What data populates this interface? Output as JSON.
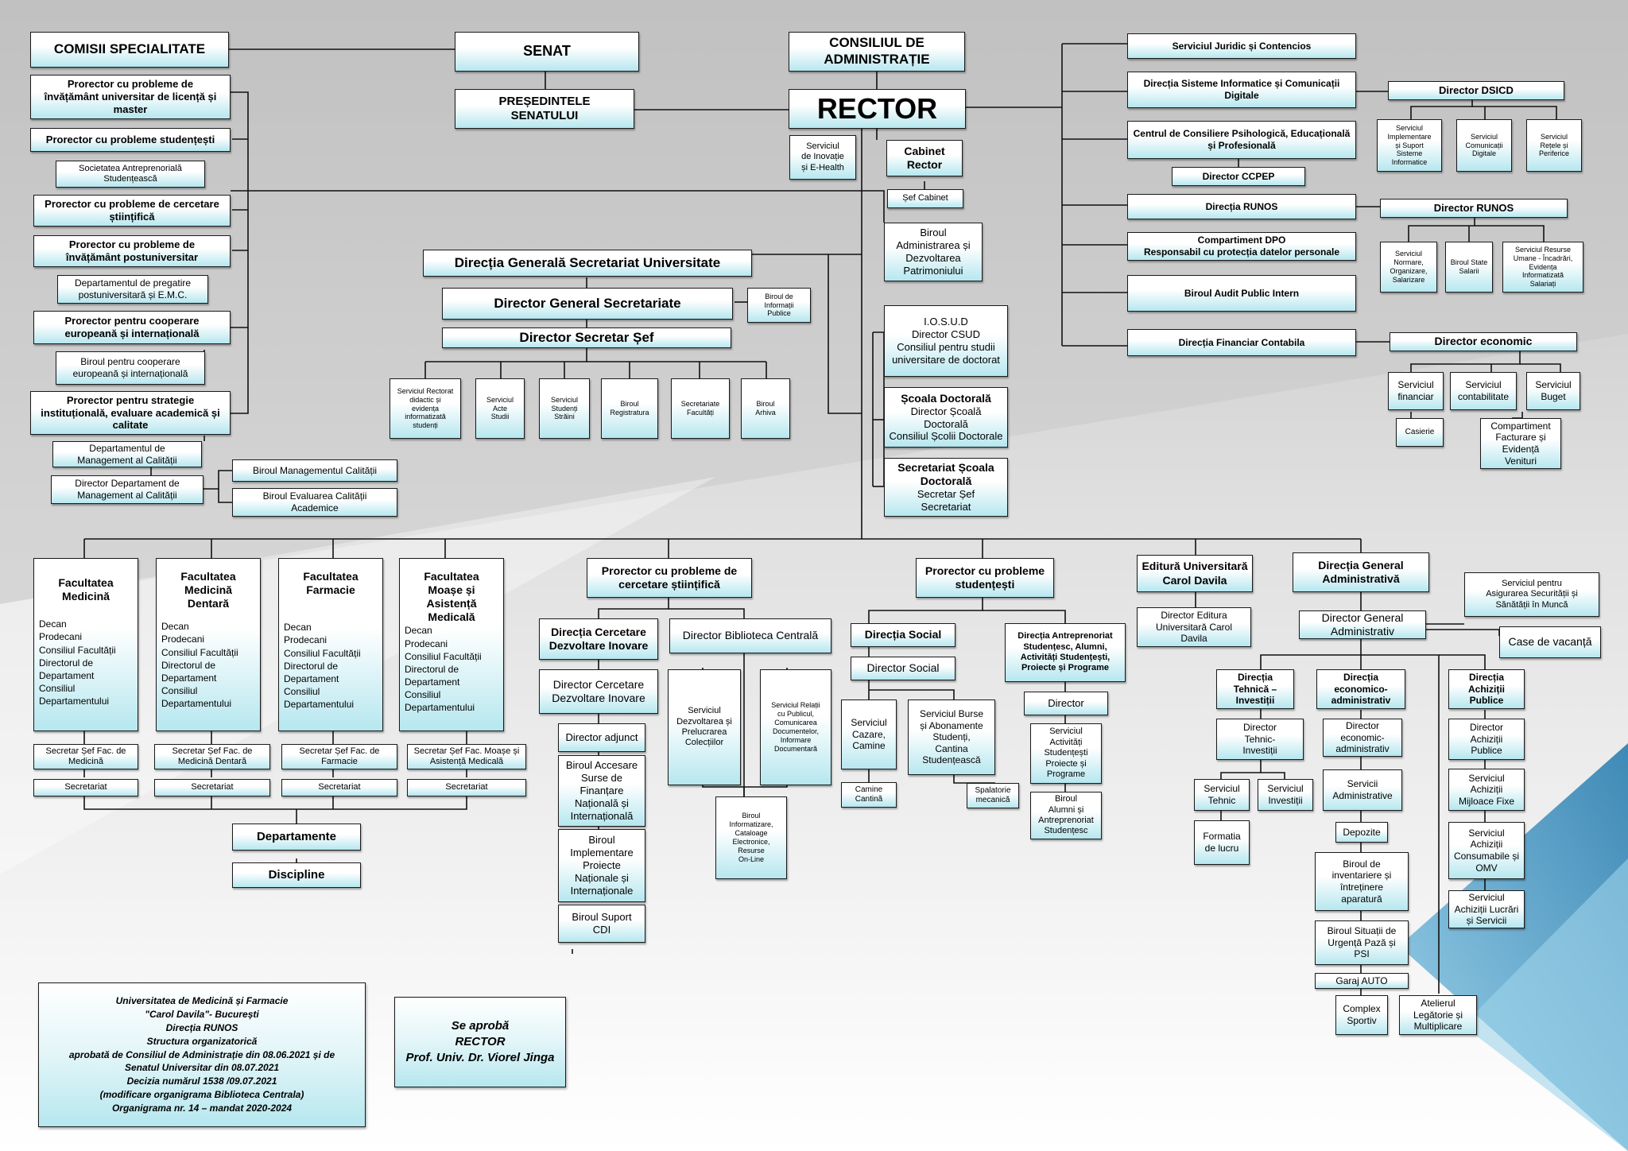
{
  "colors": {
    "box_top": "#ffffff",
    "box_bottom": "#b6e7ef",
    "line": "#111111",
    "accent_triangle": "#3c8fb8"
  },
  "boxes": {
    "comisii": "COMISII SPECIALITATE",
    "senat": "SENAT",
    "presedinte": "PREȘEDINTELE\nSENATULUI",
    "consiliu": "CONSILIUL DE\nADMINISTRAȚIE",
    "rector": "RECTOR",
    "inovatie": "Serviciul\nde Inovație\nși E-Health",
    "cabinet": "Cabinet\nRector",
    "sef_cabinet": "Șef Cabinet",
    "patrimoniu": "Biroul\nAdministrarea și\nDezvoltarea\nPatrimoniului",
    "pr_licenta": "Prorector cu probleme de\nînvățământ universitar de licență și\nmaster",
    "pr_studenti": "Prorector cu probleme studențești",
    "soc_antrepr": "Societatea Antreprenorială\nStudențească",
    "pr_cercetare": "Prorector cu probleme de cercetare\nștiințifică",
    "pr_postuniv": "Prorector cu probleme de\nînvățământ postuniversitar",
    "dep_pregatire": "Departamentul de pregatire\npostuniversitară și E.M.C.",
    "pr_europa": "Prorector pentru cooperare\neuropeană și internațională",
    "biroul_europa": "Biroul pentru cooperare\neuropeană și internațională",
    "pr_strategie": "Prorector pentru strategie\ninstituțională, evaluare academică și\ncalitate",
    "dep_calitate": "Departamentul de\nManagement al Calității",
    "dir_calitate": "Director Departament de\nManagement al Calității",
    "biroul_mgmt_cal": "Biroul Managementul Calității",
    "biroul_eval_cal": "Biroul Evaluarea Calității\nAcademice",
    "dgsu": "Direcția Generală Secretariat Universitate",
    "dir_gen_secr": "Director General Secretariate",
    "info_publice": "Biroul de\nInformații\nPublice",
    "dir_secr_sef": "Director Secretar Șef",
    "s_rectorat": "Serviciul Rectorat\ndidactic și\nevidența\ninformatizată\nstudenți",
    "s_acte": "Serviciul\nActe\nStudii",
    "s_straini": "Serviciul\nStudenți\nStrăini",
    "b_registratura": "Biroul\nRegistratura",
    "secr_facultati": "Secretariate\nFacultăți",
    "b_arhiva": "Biroul\nArhiva",
    "iosud": "I.O.S.U.D\nDirector CSUD\nConsiliul pentru studii\nuniversitare de doctorat",
    "scoala_doct_title": "Școala Doctorală",
    "scoala_doct_body": "Director Școală Doctorală\nConsiliul Școlii Doctorale",
    "secr_scoala_title": "Secretariat  Școala\nDoctorală",
    "secr_scoala_body": "Secretar Șef\nSecretariat",
    "juridic": "Serviciul Juridic și Contencios",
    "dsicd": "Direcția Sisteme Informatice și Comunicații\nDigitale",
    "dir_dsicd": "Director DSICD",
    "s_implementare": "Serviciul\nImplementare\nși Suport\nSisteme\nInformatice",
    "s_comunicatii": "Serviciul\nComunicații\nDigitale",
    "s_retele": "Serviciul\nRețele și\nPeriferice",
    "ccpep": "Centrul de Consiliere Psihologică, Educațională\nși Profesională",
    "dir_ccpep": "Director CCPEP",
    "runos": "Direcția  RUNOS",
    "dir_runos": "Director RUNOS",
    "s_normare": "Serviciul\nNormare,\nOrganizare,\nSalarizare",
    "b_state": "Biroul State\nSalarii",
    "s_resurse": "Serviciul Resurse\nUmane - Încadrări,\nEvidența\nInformatizată\nSalariați",
    "dpo": "Compartiment DPO\nResponsabil cu protecția datelor personale",
    "audit": "Biroul Audit Public Intern",
    "dfc": "Direcția Financiar Contabila",
    "dir_economic": "Director economic",
    "s_financiar": "Serviciul\nfinanciar",
    "s_contabilitate": "Serviciul\ncontabilitate",
    "s_buget": "Serviciul\nBuget",
    "casierie": "Casierie",
    "facturare": "Compartiment\nFacturare și\nEvidență\nVenituri",
    "fac_med_title": "Facultatea\nMedicină",
    "fac_dent_title": "Facultatea\nMedicină\nDentară",
    "fac_farm_title": "Facultatea\nFarmacie",
    "fac_moase_title": "Facultatea\nMoașe și\nAsistență\nMedicală",
    "fac_med_body": "Decan\nProdecani\nConsiliul Facultății\nDirectorul de\nDepartament\nConsiliul\nDepartamentului",
    "fac_other_body": "Decan\nProdecani\nConsiliul Facultății\nDirectorul de\nDepartament\nConsiliul\nDepartamentului",
    "secr_med": "Secretar Șef Fac. de\nMedicină",
    "secr_dent": "Secretar Șef Fac. de\nMedicină Dentară",
    "secr_farm": "Secretar Șef Fac. de\nFarmacie",
    "secr_moase": "Secretar Șef Fac. Moașe și\nAsistență Medicală",
    "secretariat": "Secretariat",
    "departamente": "Departamente",
    "discipline": "Discipline",
    "pr_cercetare2": "Prorector  cu probleme de\ncercetare științifică",
    "dcdi": "Direcția Cercetare\nDezvoltare Inovare",
    "dir_biblio": "Director Biblioteca Centrală",
    "dir_cdi": "Director Cercetare\nDezvoltare Inovare",
    "dir_adjunct": "Director adjunct",
    "b_accesare": "Biroul Accesare\nSurse de\nFinanțare\nNațională și\nInternațională",
    "b_implementare": "Biroul\nImplementare\nProiecte\nNaționale și\nInternaționale",
    "b_suport_cdi": "Biroul Suport\nCDI",
    "s_dezvoltare_col": "Serviciul\nDezvoltarea și\nPrelucrarea\nColecțiilor",
    "s_relatii_public": "Serviciul Relații\ncu Publicul,\nComunicarea\nDocumentelor,\nInformare\nDocumentară",
    "b_informatizare": "Biroul\nInformatizare,\nCataloage\nElectronice,\nResurse\nOn-Line",
    "pr_studenti2": "Prorector cu probleme\nstudențești",
    "dir_social": "Direcția Social",
    "director_social": "Director Social",
    "s_cazare": "Serviciul\nCazare,\nCamine",
    "s_burse": "Serviciul Burse\nși Abonamente\nStudenți,\nCantina\nStudențească",
    "camine": "Camine\nCantină",
    "spalatorie": "Spalatorie\nmecanică",
    "dir_antrepr": "Direcția Antreprenoriat\nStudențesc, Alumni,\nActivități Studențești,\nProiecte și Programe",
    "director_antrepr": "Director",
    "s_activitati": "Serviciul\nActivități\nStudențești\nProiecte și\nPrograme",
    "b_alumni": "Biroul\nAlumni și\nAntreprenoriat\nStudențesc",
    "editura": "Editură Universitară\nCarol Davila",
    "dir_editura": "Director Editura\nUniversitară Carol\nDavila",
    "dga": "Direcția General\nAdministrativă",
    "dir_gen_admin": "Director General\nAdministrativ",
    "ssm": "Serviciul pentru\nAsigurarea Securității și\nSănătății în Muncă",
    "case_vacanta": "Case de vacanță",
    "d_tehnica": "Direcția\nTehnică –\nInvestiții",
    "dir_tehnic": "Director\nTehnic-\nInvestiții",
    "s_tehnic": "Serviciul\nTehnic",
    "s_investitii": "Serviciul\nInvestiții",
    "formatia": "Formatia\nde lucru",
    "d_econ_admin": "Direcția\neconomico-\nadministrativ",
    "dir_econ_admin": "Director\neconomic-\nadministrativ",
    "servicii_admin": "Servicii\nAdministrative",
    "depozite": "Depozite",
    "b_inventariere": "Biroul de\ninventariere și\nîntreținere\naparatură",
    "b_urgenta": "Biroul Situații de\nUrgență Pază și\nPSI",
    "garaj": "Garaj  AUTO",
    "complex": "Complex\nSportiv",
    "atelier": "Atelierul\nLegătorie și\nMultiplicare",
    "d_achizitii": "Direcția\nAchiziții\nPublice",
    "dir_achizitii": "Director\nAchiziții\nPublice",
    "s_mijloace": "Serviciul\nAchiziții\nMijloace Fixe",
    "s_consumabile": "Serviciul\nAchiziții\nConsumabile și\nOMV",
    "s_lucrari": "Serviciul\nAchiziții Lucrări\nși Servicii"
  },
  "footer_note": {
    "lines": [
      "Universitatea de Medicină și Farmacie",
      "\"Carol Davila\"- București",
      "Direcția RUNOS",
      "Structura organizatorică",
      "aprobată de Consiliul de Administrație din 08.06.2021  și de",
      "Senatul Universitar din 08.07.2021",
      "Decizia numărul 1538 /09.07.2021",
      "(modificare organigrama Biblioteca Centrala)",
      "Organigrama nr. 14 – mandat 2020-2024"
    ]
  },
  "approval": {
    "line1": "Se aprobă",
    "line2": "RECTOR",
    "line3": "Prof. Univ. Dr. Viorel Jinga"
  }
}
